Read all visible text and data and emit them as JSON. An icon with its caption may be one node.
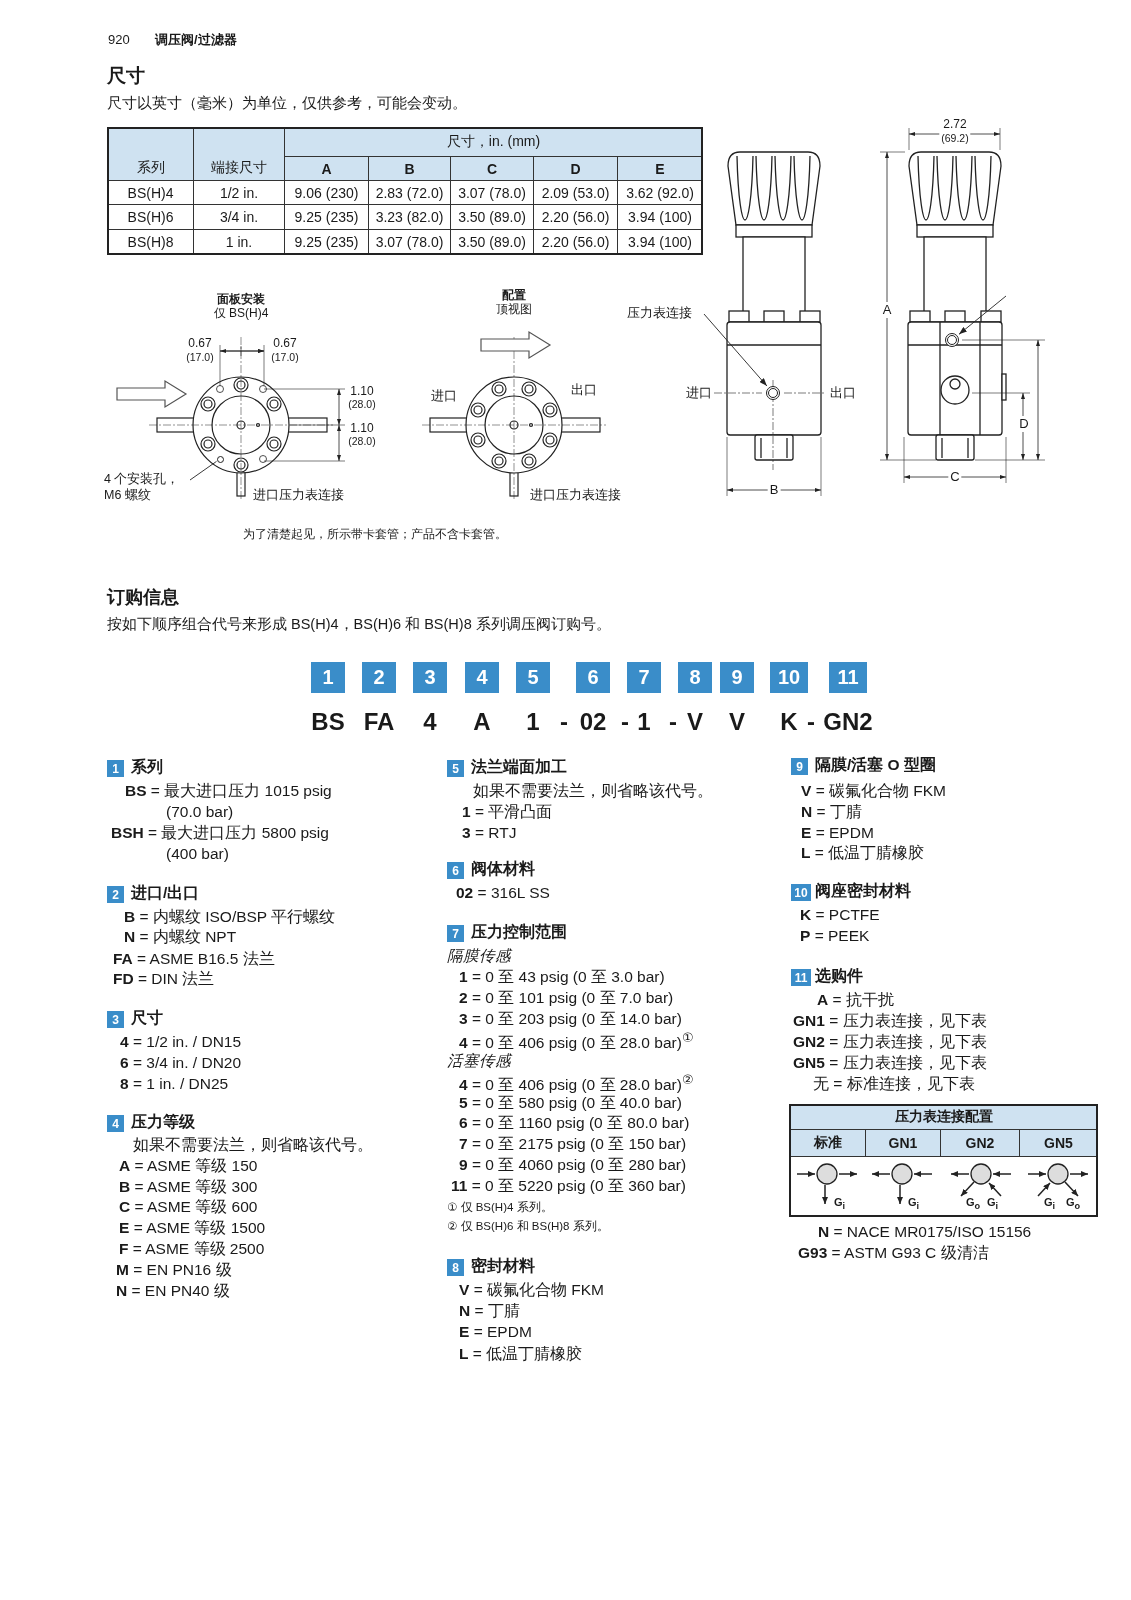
{
  "diagram": {
    "nodes": [
      {
        "text": [
          "压力表连接"
        ]
      },
      {
        "text": [],
        "shape": "circle"
      },
      {
        "text": [
          "4 个安装孔，M6 螺纹"
        ]
      },
      {
        "text": [],
        "shape": "circle"
      },
      {
        "text": [],
        "shape": "circle"
      },
      {
        "text": [
          "1"
        ],
        "beside": [
          "BS"
        ]
      },
      {
        "text": [
          "2"
        ],
        "beside": [
          "FA"
        ]
      },
      {
        "text": [
          "3"
        ],
        "beside": [
          "4"
        ]
      },
      {
        "text": [
          "4"
        ],
        "beside": [
          "A"
        ]
      },
      {
        "text": [
          "5"
        ],
        "beside": [
          "1"
        ]
      },
      {
        "text": [
          "6"
        ],
        "beside": [
          "02"
        ]
      },
      {
        "text": [
          "7"
        ],
        "beside": [
          "1"
        ]
      },
      {
        "text": [
          "8"
        ],
        "beside": [
          "V"
        ]
      },
      {
        "text": [
          "9"
        ],
        "beside": [
          "V"
        ]
      },
      {
        "text": [
          "10"
        ],
        "beside": [
          "K"
        ]
      },
      {
        "text": [
          "11"
        ],
        "beside": [
          "GN2"
        ]
      },
      {
        "text": [
          "1"
        ],
        "beside": [
          "系列"
        ]
      },
      {
        "text": [
          "2"
        ],
        "beside": [
          "进口/出口"
        ]
      },
      {
        "text": [
          "3"
        ],
        "beside": [
          "尺寸"
        ]
      },
      {
        "text": [
          "4"
        ],
        "beside": [
          "压力等级"
        ]
      },
      {
        "text": [
          "5"
        ],
        "beside": [
          "法兰端面加工"
        ]
      },
      {
        "text": [
          "6"
        ],
        "beside": [
          "阀体材料"
        ]
      },
      {
        "text": [
          "7"
        ],
        "beside": [
          "压力控制范围"
        ]
      },
      {
        "text": [
          "8"
        ],
        "beside": [
          "密封材料"
        ]
      },
      {
        "text": [
          "9"
        ],
        "beside": [
          "隔膜/活塞 O 型圈"
        ]
      },
      {
        "text": [
          "10"
        ],
        "beside": [
          "阀座密封材料"
        ]
      },
      {
        "text": [
          "11"
        ],
        "beside": [
          "选购件"
        ]
      }
    ],
    "edges": [
      {
        "from": 0,
        "to": 1,
        "arrow": "to"
      },
      {
        "from": 2,
        "to": 3,
        "arrow": "none"
      },
      {
        "from": null,
        "to": 4,
        "arrow": "to"
      }
    ],
    "labels": [
      "920",
      "调压阀/过滤器",
      "尺寸",
      "尺寸以英寸（毫米）为单位，仅供参考，可能会变动。",
      "系列",
      "端接尺寸",
      "尺寸，in. (mm)",
      "A",
      "B",
      "C",
      "D",
      "E",
      "BS(H)4",
      "1/2 in.",
      "9.06 (230)",
      "2.83 (72.0)",
      "3.07 (78.0)",
      "2.09 (53.0)",
      "3.62 (92.0)",
      "BS(H)6",
      "3/4 in.",
      "9.25 (235)",
      "3.23 (82.0)",
      "3.50 (89.0)",
      "2.20 (56.0)",
      "3.94 (100)",
      "BS(H)8",
      "1 in.",
      "9.25 (235)",
      "3.07 (78.0)",
      "3.50 (89.0)",
      "2.20 (56.0)",
      "3.94 (100)",
      "2.72",
      "(69.2)",
      "A",
      "B",
      "C",
      "D",
      "进口",
      "出口",
      "面板安装",
      "仅 BS(H)4",
      "0.67",
      "(17.0)",
      "0.67",
      "(17.0)",
      "1.10",
      "(28.0)",
      "1.10",
      "(28.0)",
      "进口压力表连接",
      "配置",
      "顶视图",
      "进口",
      "出口",
      "进口压力表连接",
      "为了清楚起见，所示带卡套管；产品不含卡套管。",
      "订购信息",
      "按如下顺序组合代号来形成 BS(H)4，BS(H)6 和 BS(H)8 系列调压阀订购号。",
      "-",
      "-",
      "-",
      "-",
      "**BS** = 最大进口压力 1015 psig (70.0 bar)",
      "**BSH** = 最大进口压力 5800 psig (400 bar)",
      "**B** = 内螺纹 ISO/BSP 平行螺纹",
      "**N** = 内螺纹 NPT",
      "**FA** = ASME B16.5 法兰",
      "**FD** = DIN 法兰",
      "**4** = 1/2 in. / DN15",
      "**6** = 3/4 in. / DN20",
      "**8** = 1 in. / DN25",
      "如果不需要法兰，则省略该代号。",
      "**A** = ASME 等级 150",
      "**B** = ASME 等级 300",
      "**C** = ASME 等级 600",
      "**E** = ASME 等级 1500",
      "**F** = ASME 等级 2500",
      "**M** = EN PN16 级",
      "**N** = EN PN40 级",
      "如果不需要法兰，则省略该代号。",
      "**1** = 平滑凸面",
      "**3** = RTJ",
      "**02** = 316L SS",
      "隔膜传感",
      "**1** = 0 至 43 psig (0 至 3.0 bar)",
      "**2** = 0 至 101 psig (0 至 7.0 bar)",
      "**3** = 0 至 203 psig (0 至 14.0 bar)",
      "**4** = 0 至 406 psig (0 至 28.0 bar)$^{①}$",
      "活塞传感",
      "**4** = 0 至 406 psig (0 至 28.0 bar)$^{②}$",
      "**5** = 0 至 580 psig (0 至 40.0 bar)",
      "**6** = 0 至 1160 psig (0 至 80.0 bar)",
      "**7** = 0 至 2175 psig (0 至 150 bar)",
      "**9** = 0 至 4060 psig (0 至 280 bar)",
      "**11** = 0 至 5220 psig (0 至 360 bar)",
      "① 仅 BS(H)4 系列。",
      "② 仅 BS(H)6 和 BS(H)8 系列。",
      "**V** = 碳氟化合物 FKM",
      "**N** = 丁腈",
      "**E** = EPDM",
      "**L** = 低温丁腈橡胶",
      "**V** = 碳氟化合物 FKM",
      "**N** = 丁腈",
      "**E** = EPDM",
      "**L** = 低温丁腈橡胶",
      "**K** = PCTFE",
      "**P** = PEEK",
      "**A** = 抗干扰",
      "**GN1** = 压力表连接，见下表",
      "**GN2** = 压力表连接，见下表",
      "**GN5** = 压力表连接，见下表",
      "无 = 标准连接，见下表",
      "压力表连接配置",
      "标准",
      "GN1",
      "GN2",
      "GN5",
      "G$_{i}$",
      "G$_{i}$",
      "G$_{o}$",
      "G$_{i}$",
      "G$_{i}$",
      "G$_{o}$",
      "**N** = NACE MR0175/ISO 15156",
      "**G93** = ASTM G93 C 级清洁"
    ]
  }
}
